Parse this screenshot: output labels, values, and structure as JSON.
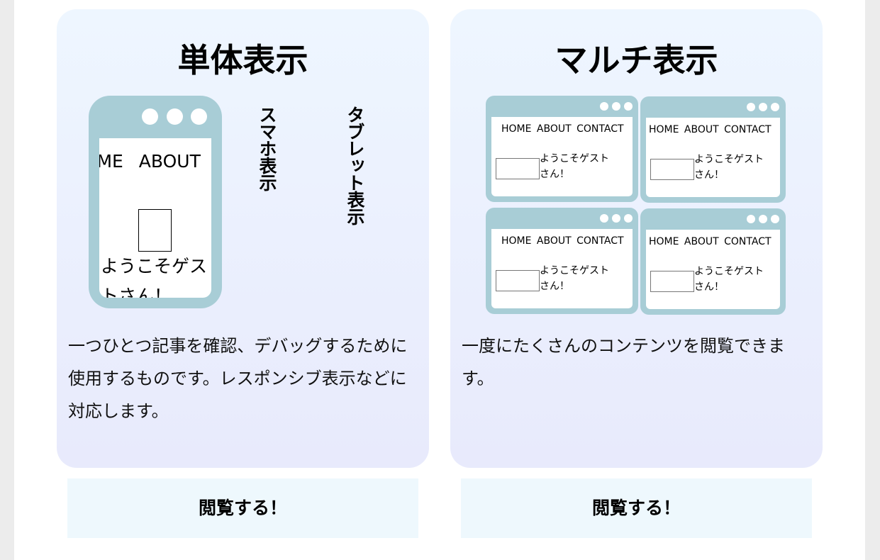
{
  "single": {
    "title": "単体表示",
    "labels": {
      "phone": "スマホ表示",
      "tablet": "タブレット表示"
    },
    "nav": "HOME ABOUT CONTACT",
    "welcome": "ようこそゲストさん！",
    "description": "一つひとつ記事を確認、デバッグするために使用するものです。レスポンシブ表示などに対応します。",
    "button": "閲覧する！"
  },
  "multi": {
    "title": "マルチ表示",
    "nav": "HOME ABOUT CONTACT",
    "welcome": "ようこそゲストさん！",
    "description": "一度にたくさんのコンテンツを閲覧できます。",
    "button": "閲覧する！"
  },
  "colors": {
    "frame": "#a8cdd6",
    "button_bg": "#eef8fd"
  }
}
